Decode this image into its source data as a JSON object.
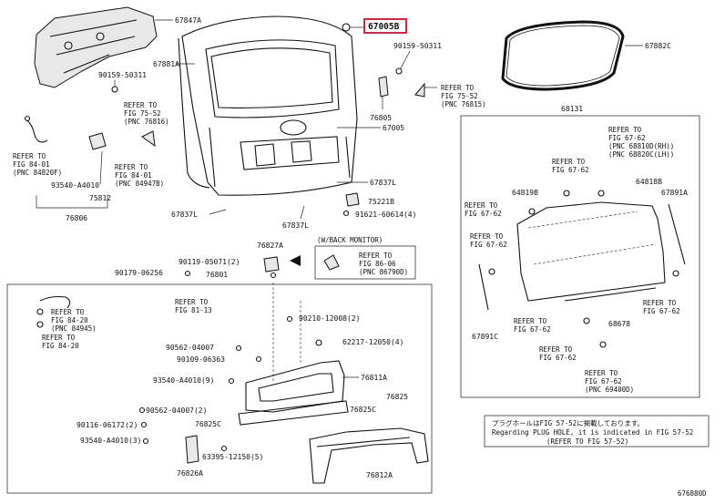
{
  "highlight_color": "#c8102e",
  "highlight_part": "67005B",
  "parts": {
    "p67847A": "67847A",
    "p67881A": "67881A",
    "p90159_50311_a": "90159-50311",
    "p90159_50311_b": "90159-50311",
    "p67882C": "67882C",
    "p76805": "76805",
    "p67005": "67005",
    "p67837L_a": "67837L",
    "p67837L_b": "67837L",
    "p67837L_c": "67837L",
    "p93540": "93540-A4010",
    "p75812": "75812",
    "p76806": "76806",
    "p75221B": "75221B",
    "p91621": "91621-60614(4)",
    "p68131": "68131",
    "p64819B": "64819B",
    "p64818B": "64818B",
    "p67891A": "67891A",
    "p67891C": "67891C",
    "p68678": "68678",
    "p76827A": "76827A",
    "p90119": "90119-05071(2)",
    "p90179": "90179-06256",
    "p76801": "76801",
    "p90210": "90210-12008(2)",
    "p62217": "62217-12050(4)",
    "p90562_a": "90562-04007",
    "p90109": "90109-06363",
    "p93540_9": "93540-A4010(9)",
    "p76811A": "76811A",
    "p76825": "76825",
    "p76825C": "76825C",
    "p90562_b": "90562-04007(2)",
    "p90116": "90116-06172(2)",
    "p76825C_b": "76825C",
    "p93540_3": "93540-A4010(3)",
    "p63395": "63395-12150(5)",
    "p76826A": "76826A",
    "p76812A": "76812A",
    "fig_id": "676880D"
  },
  "refs": {
    "r1_l1": "REFER TO",
    "r1_l2": "FIG 75-52",
    "r1_l3": "(PNC 76816)",
    "r2_l1": "REFER TO",
    "r2_l2": "FIG 75-52",
    "r2_l3": "(PNC 76815)",
    "r3_l1": "REFER TO",
    "r3_l2": "FIG 84-01",
    "r3_l3": "(PNC 84820F)",
    "r4_l1": "REFER TO",
    "r4_l2": "FIG 84-01",
    "r4_l3": "(PNC 84947B)",
    "r5_l1": "REFER TO",
    "r5_l2": "FIG 67-62",
    "r5_l3": "(PNC 68810D(RH))",
    "r5_l4": "(PNC 68820C(LH))",
    "r6_l1": "REFER TO",
    "r6_l2": "FIG 67-62",
    "r7_l1": "REFER TO",
    "r7_l2": "FIG 67-62",
    "r8_l1": "REFER TO",
    "r8_l2": "FIG 67-62",
    "r9_l1": "REFER TO",
    "r9_l2": "FIG 67-62",
    "r10_l1": "REFER TO",
    "r10_l2": "FIG 67-62",
    "r11_l1": "REFER TO",
    "r11_l2": "FIG 67-62",
    "r11_l3": "(PNC 69400D)",
    "r12_l1": "REFER TO",
    "r12_l2": "FIG 86-06",
    "r12_l3": "(PNC 86790D)",
    "r13_l1": "REFER TO",
    "r13_l2": "FIG 84-20",
    "r13_l3": "(PNC 84945)",
    "r14_l1": "REFER TO",
    "r14_l2": "FIG 81-13",
    "r15_l1": "REFER TO",
    "r15_l2": "FIG 84-20",
    "r16_l1": "REFER TO",
    "r16_l2": "FIG 67-62"
  },
  "monitor_label": "(W/BACK MONITOR)",
  "note": {
    "line1": "プラグホールはFIG 57-52に掲載しております。",
    "line2": "Regarding PLUG HOLE, it is indicated in FIG 57-52",
    "line3": "(REFER TO FIG 57-52)"
  }
}
